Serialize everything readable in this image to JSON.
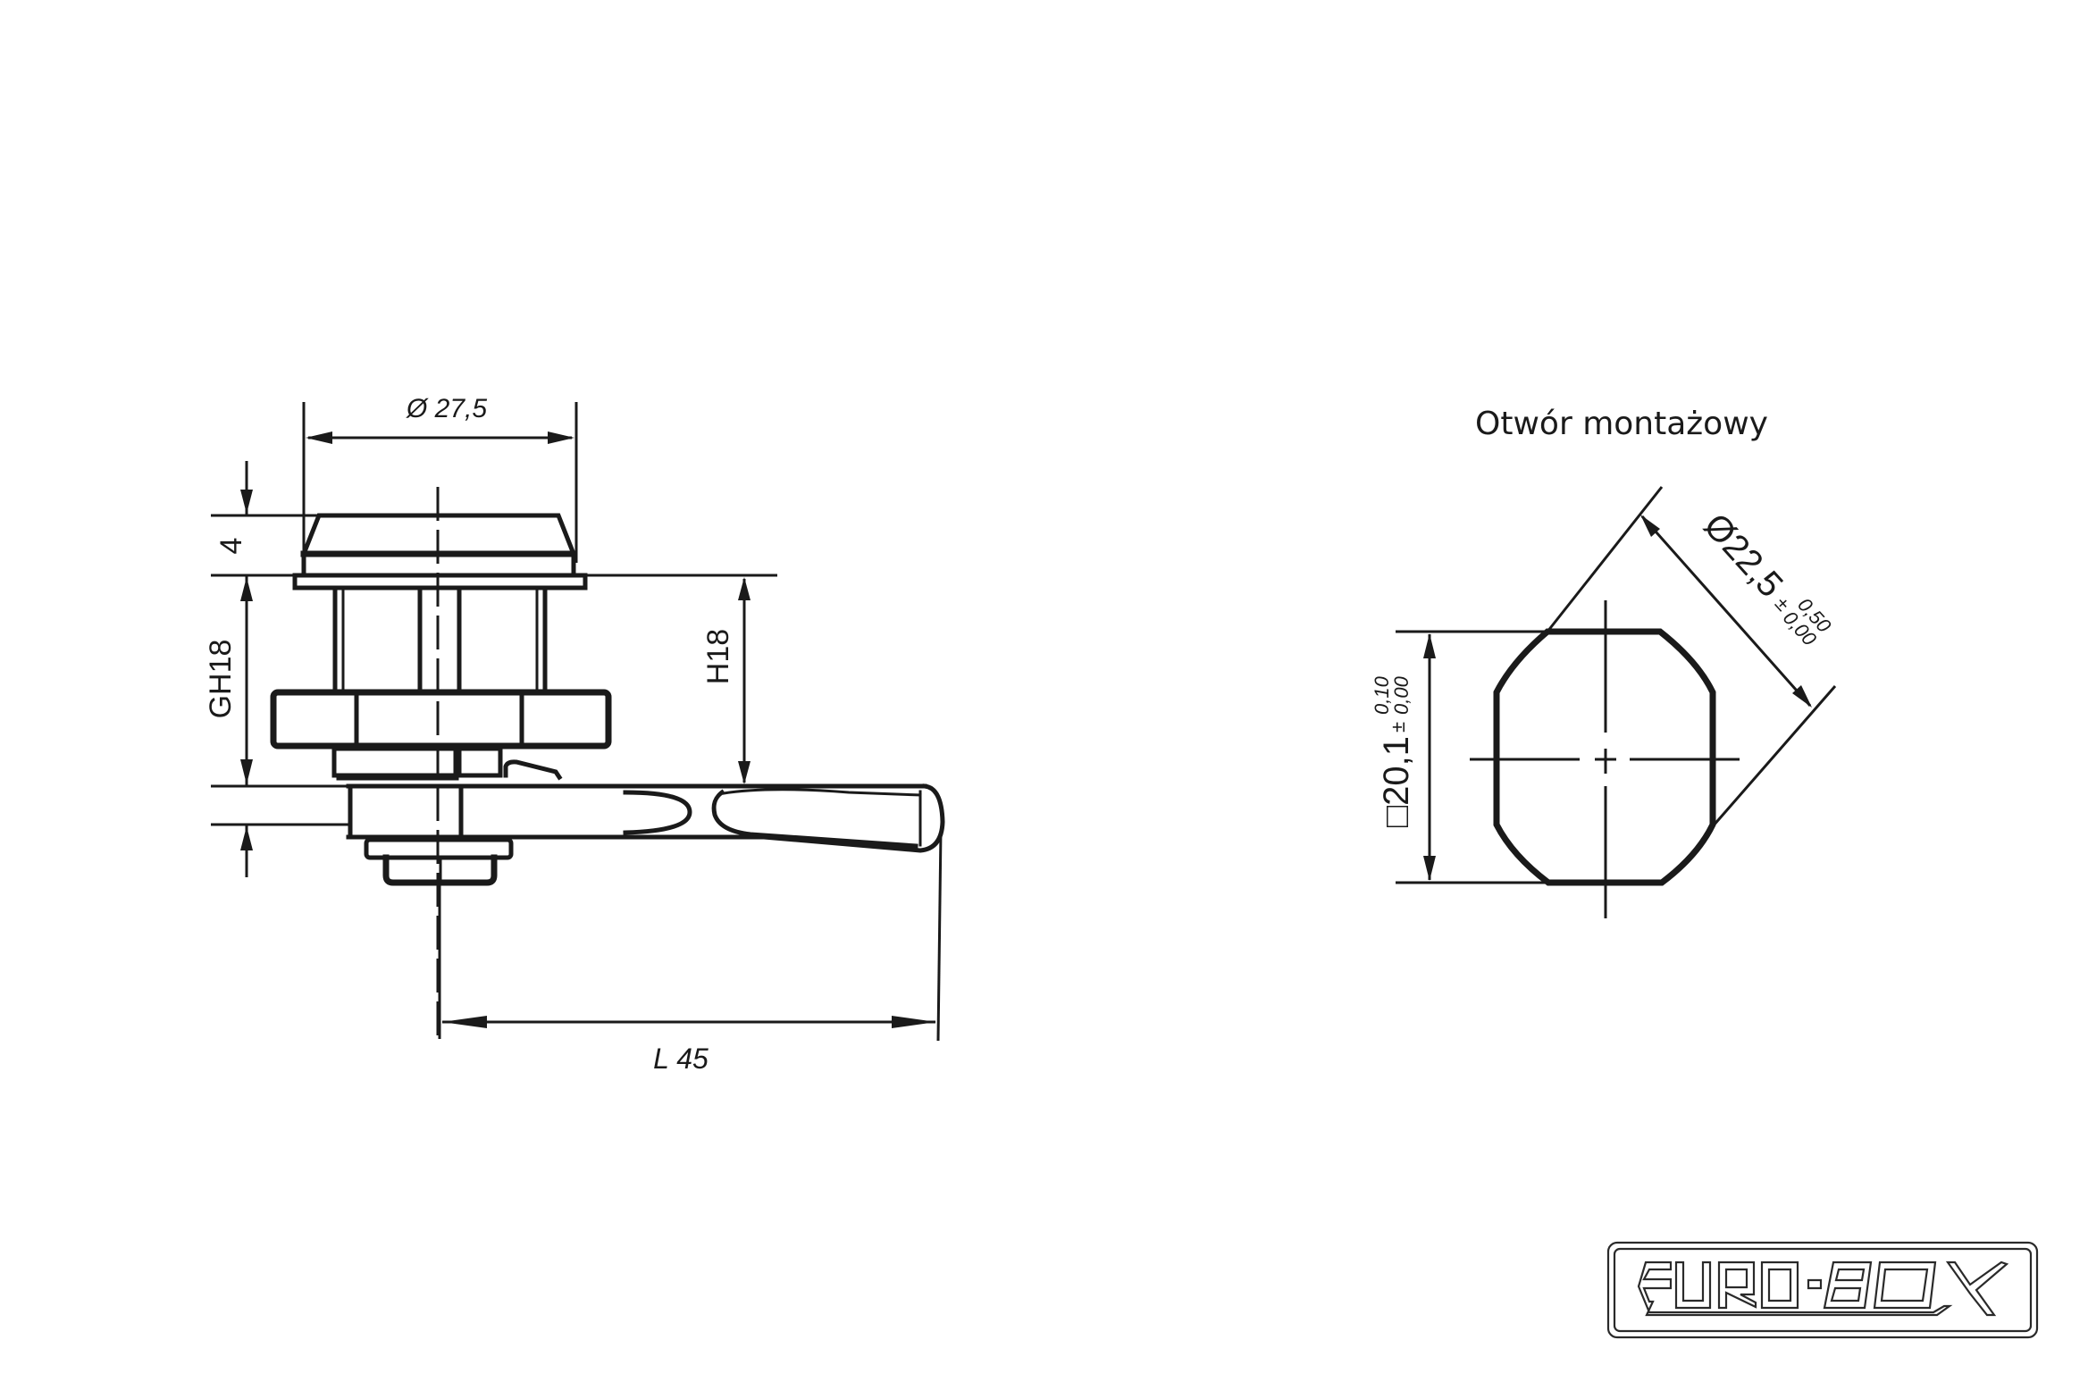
{
  "drawing": {
    "side_view": {
      "diameter_label": "Ø 27,5",
      "head_height_label": "4",
      "grip_height_label": "GH18",
      "cam_height_label": "H18",
      "cam_length_label": "L 45"
    },
    "mounting_hole": {
      "title": "Otwór montażowy",
      "square_label": "□20,1",
      "square_tol_sign": "±",
      "square_tol_upper": "0,10",
      "square_tol_lower": "0,00",
      "diameter_label": "Ø22,5",
      "diameter_tol_sign": "±",
      "diameter_tol_upper": "0,50",
      "diameter_tol_lower": "0,00"
    }
  },
  "logo": {
    "brand": "EURO-BOX"
  },
  "colors": {
    "line": "#1a1a1a",
    "background": "#ffffff"
  }
}
